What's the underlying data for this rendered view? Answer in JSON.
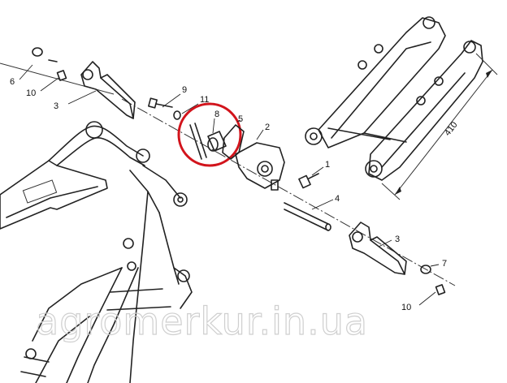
{
  "callouts": [
    {
      "id": "c6a",
      "label": "6"
    },
    {
      "id": "c10a",
      "label": "10"
    },
    {
      "id": "c3a",
      "label": "3"
    },
    {
      "id": "c9",
      "label": "9"
    },
    {
      "id": "c11",
      "label": "11"
    },
    {
      "id": "c8",
      "label": "8"
    },
    {
      "id": "c5",
      "label": "5"
    },
    {
      "id": "c2",
      "label": "2"
    },
    {
      "id": "c1",
      "label": "1"
    },
    {
      "id": "c4",
      "label": "4"
    },
    {
      "id": "c3b",
      "label": "3"
    },
    {
      "id": "c7",
      "label": "7"
    },
    {
      "id": "c10b",
      "label": "10"
    }
  ],
  "dimension": {
    "value": "410"
  },
  "watermark": {
    "text": "agromerkur.in.ua"
  },
  "highlight": {
    "color": "#d2141c"
  },
  "colors": {
    "line": "#222222",
    "watermark": "#cfcfcf"
  }
}
